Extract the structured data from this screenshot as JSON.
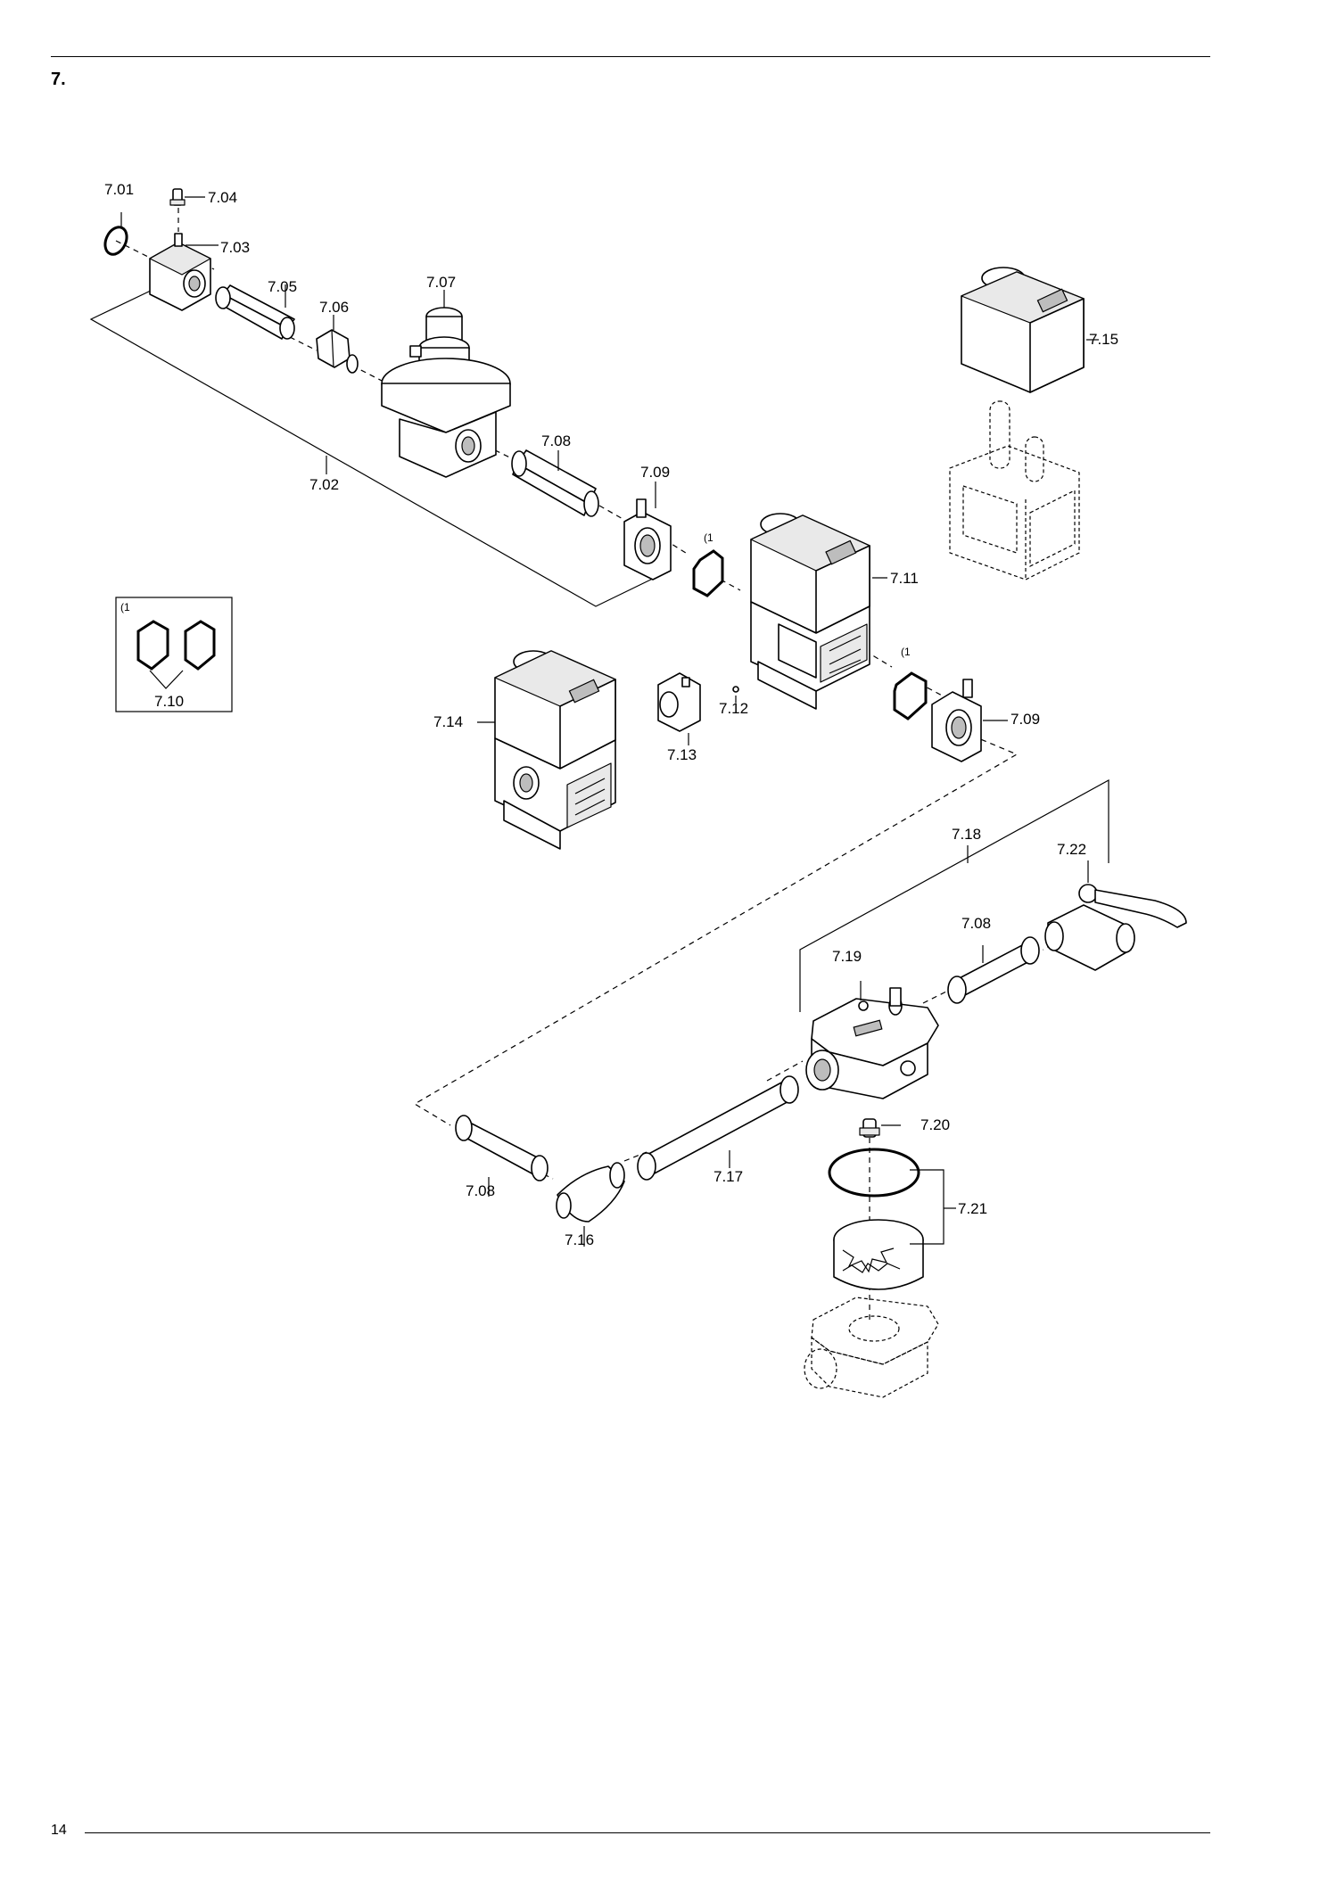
{
  "header": {
    "section": "7."
  },
  "footer": {
    "page": "14"
  },
  "callouts": {
    "c701": "7.01",
    "c702": "7.02",
    "c703": "7.03",
    "c704": "7.04",
    "c705": "7.05",
    "c706": "7.06",
    "c707": "7.07",
    "c708a": "7.08",
    "c708b": "7.08",
    "c708c": "7.08",
    "c709a": "7.09",
    "c709b": "7.09",
    "c710": "7.10",
    "c711": "7.11",
    "c712": "7.12",
    "c713": "7.13",
    "c714": "7.14",
    "c715": "7.15",
    "c716": "7.16",
    "c717": "7.17",
    "c718": "7.18",
    "c719": "7.19",
    "c720": "7.20",
    "c721": "7.21",
    "c722": "7.22"
  },
  "notes": {
    "n1": "(1",
    "n2": "(1",
    "n3": "(1"
  }
}
